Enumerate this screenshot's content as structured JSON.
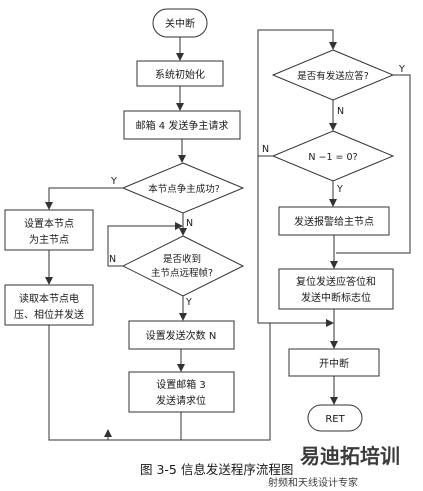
{
  "nodes": {
    "start": "关中断",
    "init": "系统初始化",
    "mailbox4": "邮箱 4 发送争主请求",
    "contend_q": "本节点争主成功?",
    "set_master_1": "设置本节点",
    "set_master_2": "为主节点",
    "read_1": "读取本节点电",
    "read_2": "压、相位并发送",
    "remote_q_1": "是否收到",
    "remote_q_2": "主节点远程帧?",
    "set_count": "设置发送次数 N",
    "set_mb3_1": "设置邮箱 3",
    "set_mb3_2": "发送请求位",
    "ack_q": "是否有发送应答?",
    "n_q": "N −1 = 0?",
    "alarm": "发送报警给主节点",
    "reset_1": "复位发送应答位和",
    "reset_2": "发送中断标志位",
    "enable": "开中断",
    "ret": "RET"
  },
  "edge_labels": {
    "yes": "Y",
    "no": "N"
  },
  "caption": "图 3-5   信息发送程序流程图",
  "watermark": {
    "brand": "易迪拓培训",
    "tagline": "射频和天线设计专家"
  }
}
